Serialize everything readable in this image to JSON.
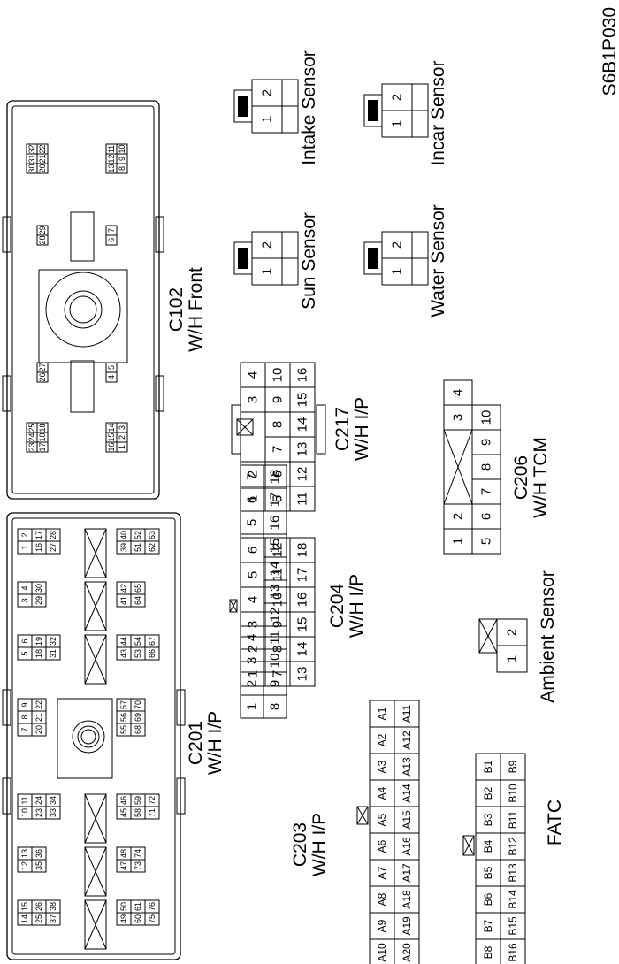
{
  "figure_code": "S6B1P030",
  "connectors": {
    "c102": {
      "name": "C102",
      "desc": "W/H Front"
    },
    "c201": {
      "name": "C201",
      "desc": "W/H I/P"
    },
    "c203": {
      "name": "C203",
      "desc": "W/H I/P"
    },
    "c204": {
      "name": "C204",
      "desc": "W/H I/P"
    },
    "c217": {
      "name": "C217",
      "desc": "W/H I/P"
    },
    "c206": {
      "name": "C206",
      "desc": "W/H TCM"
    },
    "fatc": {
      "name": "FATC"
    },
    "intake": {
      "name": "Intake Sensor"
    },
    "incar": {
      "name": "Incar Sensor"
    },
    "sun": {
      "name": "Sun Sensor"
    },
    "water": {
      "name": "Water Sensor"
    },
    "ambient": {
      "name": "Ambient Sensor"
    }
  },
  "two_pin": [
    "1",
    "2"
  ],
  "c204_pins": [
    [
      "1",
      "2",
      "3",
      "4",
      "5",
      "6"
    ],
    [
      "7",
      "8",
      "9",
      "10",
      "11",
      "12"
    ],
    [
      "13",
      "14",
      "15",
      "16",
      "17",
      "18"
    ]
  ],
  "c217_pins": [
    [
      "1",
      "2",
      "",
      "",
      "3",
      "4"
    ],
    [
      "5",
      "6",
      "7",
      "8",
      "9",
      "10"
    ],
    [
      "11",
      "12",
      "13",
      "14",
      "15",
      "16"
    ]
  ],
  "c206_pins": [
    [
      "1",
      "2",
      "",
      "3",
      "4"
    ],
    [
      "5",
      "6",
      "7",
      "8",
      "9",
      "10"
    ]
  ],
  "c203_pins": [
    [
      "1",
      "2",
      "3",
      "4",
      "",
      "",
      "",
      "",
      "5",
      "6",
      "7"
    ],
    [
      "8",
      "9",
      "10",
      "11",
      "12",
      "13",
      "14",
      "15",
      "16",
      "17",
      "18"
    ]
  ],
  "fatc_pins": [
    [
      "A10",
      "A9",
      "A8",
      "A7",
      "A6",
      "A5",
      "A4",
      "A3",
      "A2",
      "A1"
    ],
    [
      "A20",
      "A19",
      "A18",
      "A17",
      "A16",
      "A15",
      "A14",
      "A13",
      "A12",
      "A11"
    ],
    [
      "B8",
      "B7",
      "B6",
      "B5",
      "B4",
      "B3",
      "B2",
      "B1"
    ],
    [
      "B16",
      "B15",
      "B14",
      "B13",
      "B12",
      "B11",
      "B10",
      "B9"
    ]
  ],
  "c201_pins": [
    [
      [
        "1",
        "2"
      ],
      [
        "16",
        "17"
      ],
      [
        "27",
        "28"
      ]
    ],
    [
      [
        "3",
        "4"
      ],
      [
        "29",
        "30"
      ]
    ],
    [
      [
        "5",
        "6"
      ],
      [
        "18",
        "19"
      ],
      [
        "31",
        "32"
      ]
    ],
    [
      [
        "7",
        "8",
        "9"
      ],
      [
        "20",
        "21",
        "22"
      ]
    ],
    [
      [
        "10",
        "11"
      ],
      [
        "23",
        "24"
      ],
      [
        "33",
        "34"
      ]
    ],
    [
      [
        "12",
        "13"
      ],
      [
        "35",
        "36"
      ]
    ],
    [
      [
        "14",
        "15"
      ],
      [
        "25",
        "26"
      ],
      [
        "37",
        "38"
      ]
    ],
    [
      [
        "39",
        "40"
      ],
      [
        "51",
        "52"
      ],
      [
        "62",
        "63"
      ]
    ],
    [
      [
        "41",
        "42"
      ],
      [
        "64",
        "65"
      ]
    ],
    [
      [
        "43",
        "44"
      ],
      [
        "53",
        "54"
      ],
      [
        "66",
        "67"
      ]
    ],
    [
      [
        "55",
        "56",
        "57"
      ],
      [
        "68",
        "69",
        "70"
      ]
    ],
    [
      [
        "45",
        "46"
      ],
      [
        "58",
        "59"
      ],
      [
        "71",
        "72"
      ]
    ],
    [
      [
        "47",
        "48"
      ],
      [
        "73",
        "74"
      ]
    ],
    [
      [
        "49",
        "50"
      ],
      [
        "60",
        "61"
      ],
      [
        "75",
        "76"
      ]
    ]
  ],
  "c102_pins": [
    [
      [
        "32",
        "31",
        "30"
      ],
      [
        "22",
        "21",
        "20"
      ]
    ],
    [
      [
        "11",
        "12",
        "13"
      ],
      [
        "10",
        "9",
        "8"
      ]
    ],
    [
      [
        "29",
        "28"
      ]
    ],
    [
      [
        "7",
        "6"
      ]
    ],
    [
      [
        "27",
        "26"
      ]
    ],
    [
      [
        "5",
        "4"
      ]
    ],
    [
      [
        "25",
        "24",
        "23"
      ],
      [
        "18",
        "18",
        "17"
      ]
    ],
    [
      [
        "14",
        "15",
        "16"
      ],
      [
        "3",
        "2",
        "1"
      ]
    ]
  ]
}
